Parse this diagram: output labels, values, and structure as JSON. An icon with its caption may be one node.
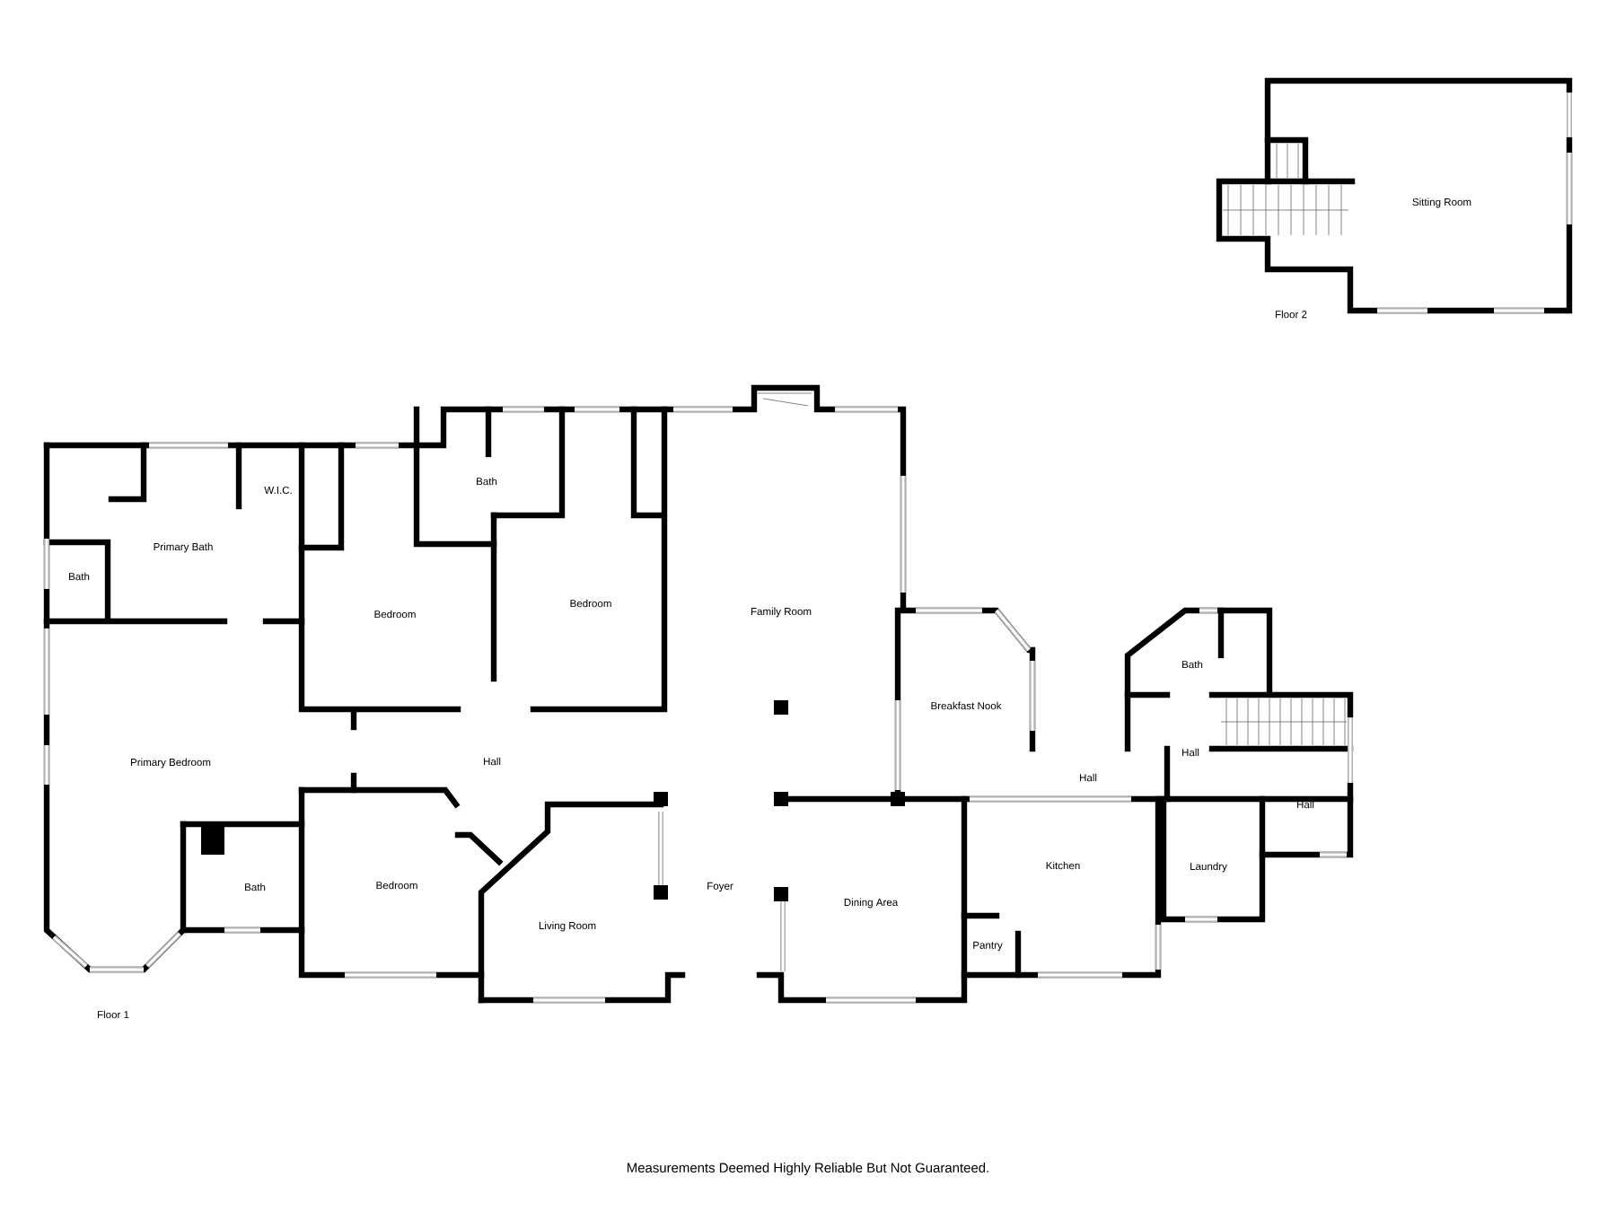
{
  "diagram": {
    "labels": [
      "Sitting Room",
      "Floor 2",
      "W.I.C.",
      "Bath",
      "Primary Bath",
      "Bath",
      "Bedroom",
      "Bedroom",
      "Family Room",
      "Primary Bedroom",
      "Hall",
      "Breakfast Nook",
      "Bath",
      "Hall",
      "Hall",
      "Hall",
      "Bath",
      "Bedroom",
      "Kitchen",
      "Laundry",
      "Foyer",
      "Dining Area",
      "Living Room",
      "Pantry",
      "Floor 1",
      "Measurements Deemed Highly Reliable But Not Guaranteed."
    ]
  }
}
